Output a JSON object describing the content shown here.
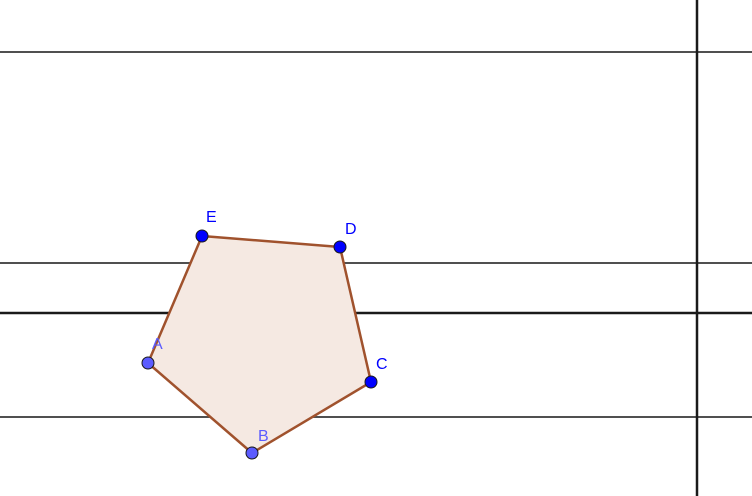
{
  "colors": {
    "background": "#ffffff",
    "grid_line": "#505050",
    "axis_line": "#1a1a1a",
    "polygon_stroke": "#a0522d",
    "polygon_fill": "#f5e9e2",
    "point_free": "#0000ff",
    "point_fixed": "#5c5cff",
    "point_stroke": "#1a1a1a",
    "label_free": "#0000ff",
    "label_fixed": "#5c5cff"
  },
  "points": [
    {
      "label": "A",
      "color_key": "fixed"
    },
    {
      "label": "B",
      "color_key": "fixed"
    },
    {
      "label": "C",
      "color_key": "free"
    },
    {
      "label": "D",
      "color_key": "free"
    },
    {
      "label": "E",
      "color_key": "free"
    }
  ],
  "polygon": {
    "vertices": [
      "A",
      "B",
      "C",
      "D",
      "E"
    ]
  }
}
